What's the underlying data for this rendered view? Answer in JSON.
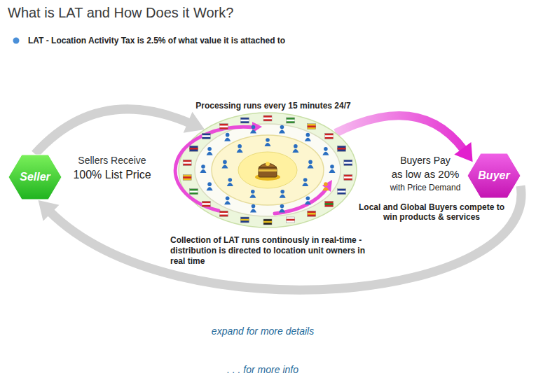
{
  "diagram": {
    "title": "What is LAT and How Does it Work?",
    "nodes": [
      {
        "text": [
          "Seller"
        ]
      },
      {
        "text": [
          "Processing runs every 15 minutes 24/7",
          "Collection of LAT runs continously in real-time - distribution is directed to location unit owners in real time"
        ]
      },
      {
        "text": [
          "Buyer"
        ]
      }
    ],
    "edges": [
      {
        "from": 0,
        "to": 1,
        "arrow": "to"
      },
      {
        "from": 1,
        "to": 2,
        "arrow": "to"
      },
      {
        "from": 2,
        "to": 0,
        "arrow": "to"
      }
    ],
    "labels": [
      "LAT - Location Activity Tax is 2.5% of what value it is attached to",
      "Sellers Receive",
      "100% List Price",
      "Buyers Pay",
      "as low as 20%",
      "with Price Demand",
      "Local and Global Buyers compete to win products & services",
      "expand for more details",
      ". . . for more info"
    ]
  }
}
